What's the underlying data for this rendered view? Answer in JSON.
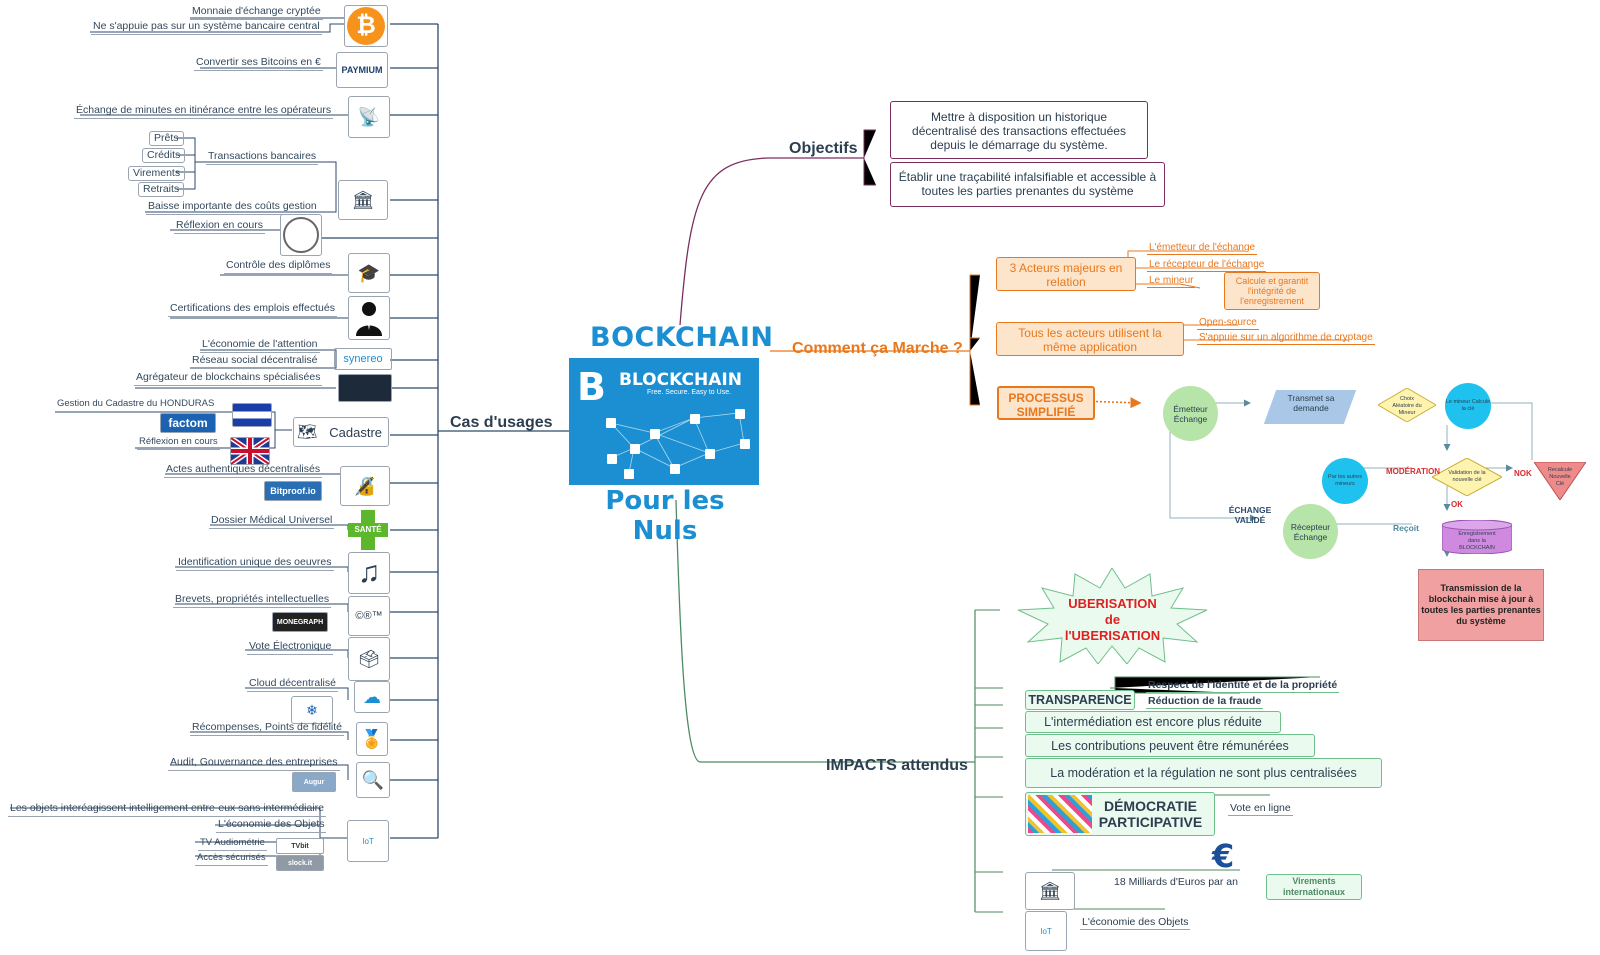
{
  "center": {
    "title_top": "BOCKCHAIN",
    "logo_word": "BLOCKCHAIN",
    "logo_tag": "Free. Secure. Easy to Use.",
    "title_bottom": "Pour les Nuls"
  },
  "branches": {
    "cas": "Cas d'usages",
    "objectifs": "Objectifs",
    "comment": "Comment ça Marche ?",
    "impacts": "IMPACTS attendus"
  },
  "cas": {
    "bitcoin_1": "Monnaie d'échange cryptée",
    "bitcoin_2": "Ne s'appuie pas sur un système bancaire central",
    "paymium": "Convertir ses Bitcoins en €",
    "paymium_logo": "PAYMIUM",
    "telecom": "Échange de minutes en itinérance entre les opérateurs",
    "pret": "Prêts",
    "credit": "Crédits",
    "virement": "Virements",
    "retrait": "Retraits",
    "transactions": "Transactions bancaires",
    "baisse": "Baisse importante des coûts gestion",
    "reflexion1": "Réflexion en cours",
    "diplomes": "Contrôle des diplômes",
    "emplois": "Certifications des emplois effectués",
    "attention": "L'économie de l'attention",
    "reseau": "Réseau social décentralisé",
    "synereo": "synereo",
    "agregateur": "Agrégateur de blockchains spécialisées",
    "honduras": "Gestion du Cadastre du HONDURAS",
    "factom": "factom",
    "reflexion2": "Réflexion en cours",
    "cadastre": "Cadastre",
    "actes": "Actes authentiques décentralisés",
    "bitproof": "Bitproof.io",
    "dossier": "Dossier Médical Universel",
    "sante": "SANTÉ",
    "oeuvres": "Identification unique des oeuvres",
    "brevets": "Brevets, propriétés intellectuelles",
    "monegraph": "MONEGRAPH",
    "vote": "Vote Électronique",
    "cloud": "Cloud décentralisé",
    "recompenses": "Récompenses, Points de fidélité",
    "audit": "Audit, Gouvernance des entreprises",
    "audit_logo": "Augur",
    "iot1": "Les objets interéagissent intelligement entre-eux sans intermédiaire",
    "iot2": "L'économie des Objets",
    "iot3": "TV Audiométrie",
    "iot4": "Accès sécurisés",
    "iot3_logo": "TVbit",
    "iot4_logo": "slock.it"
  },
  "objectifs": {
    "o1": "Mettre à disposition un historique décentralisé des transactions effectuées depuis le démarrage du système.",
    "o2": "Établir une traçabilité infalsifiable et accessible à toutes les parties prenantes du système"
  },
  "comment": {
    "acteurs": "3 Acteurs majeurs en relation",
    "emetteur": "L'émetteur de l'échange",
    "recepteur": "Le récepteur de l'échange",
    "mineur": "Le mineur",
    "calcule": "Calcule et garantit l'intégrité de l'enregistrement",
    "application": "Tous les acteurs utilisent la même application",
    "open": "Open-source",
    "algo": "S'appuie sur un algorithme de cryptage",
    "processus": "PROCESSUS SIMPLIFIÉ"
  },
  "flow": {
    "emetteur": "Émetteur Échange",
    "transmet": "Transmet sa demande",
    "choix": "Choix Aléatoire du Mineur",
    "mineur_calcule": "Le mineur Calcule la clé",
    "validation": "Validation de la nouvelle clé",
    "recalcule": "Recalcule Nouvelle Clé",
    "nok": "NOK",
    "moderation": "MODÉRATION",
    "autres": "Par les autres mineurs",
    "ok": "OK",
    "enregistrement": "Enregistrement dans la BLOCKCHAIN",
    "recoit": "Reçoit",
    "recepteur": "Récepteur Échange",
    "valide": "ÉCHANGE VALIDÉ",
    "transmission": "Transmission de la blockchain mise à jour à toutes les parties prenantes du système"
  },
  "impacts": {
    "uber": "UBERISATION de l'UBERISATION",
    "transparence": "TRANSPARENCE",
    "respect": "Respect de l'identité et de la propriété",
    "fraude": "Réduction de la fraude",
    "intermediation": "L'intermédiation est encore plus réduite",
    "contributions": "Les contributions peuvent être rémunérées",
    "moderation": "La modération et la régulation ne sont plus centralisées",
    "democratie": "DÉMOCRATIE PARTICIPATIVE",
    "vote": "Vote en ligne",
    "milliards": "18 Milliards d'Euros par an",
    "virements": "Virements internationaux",
    "objets": "L'économie des Objets"
  },
  "colors": {
    "objectifs": "#7a2e5d",
    "comment": "#e8781e",
    "impacts": "#4f8a63",
    "cas": "#2c4a6b",
    "blue_logo": "#1b8fd2"
  }
}
